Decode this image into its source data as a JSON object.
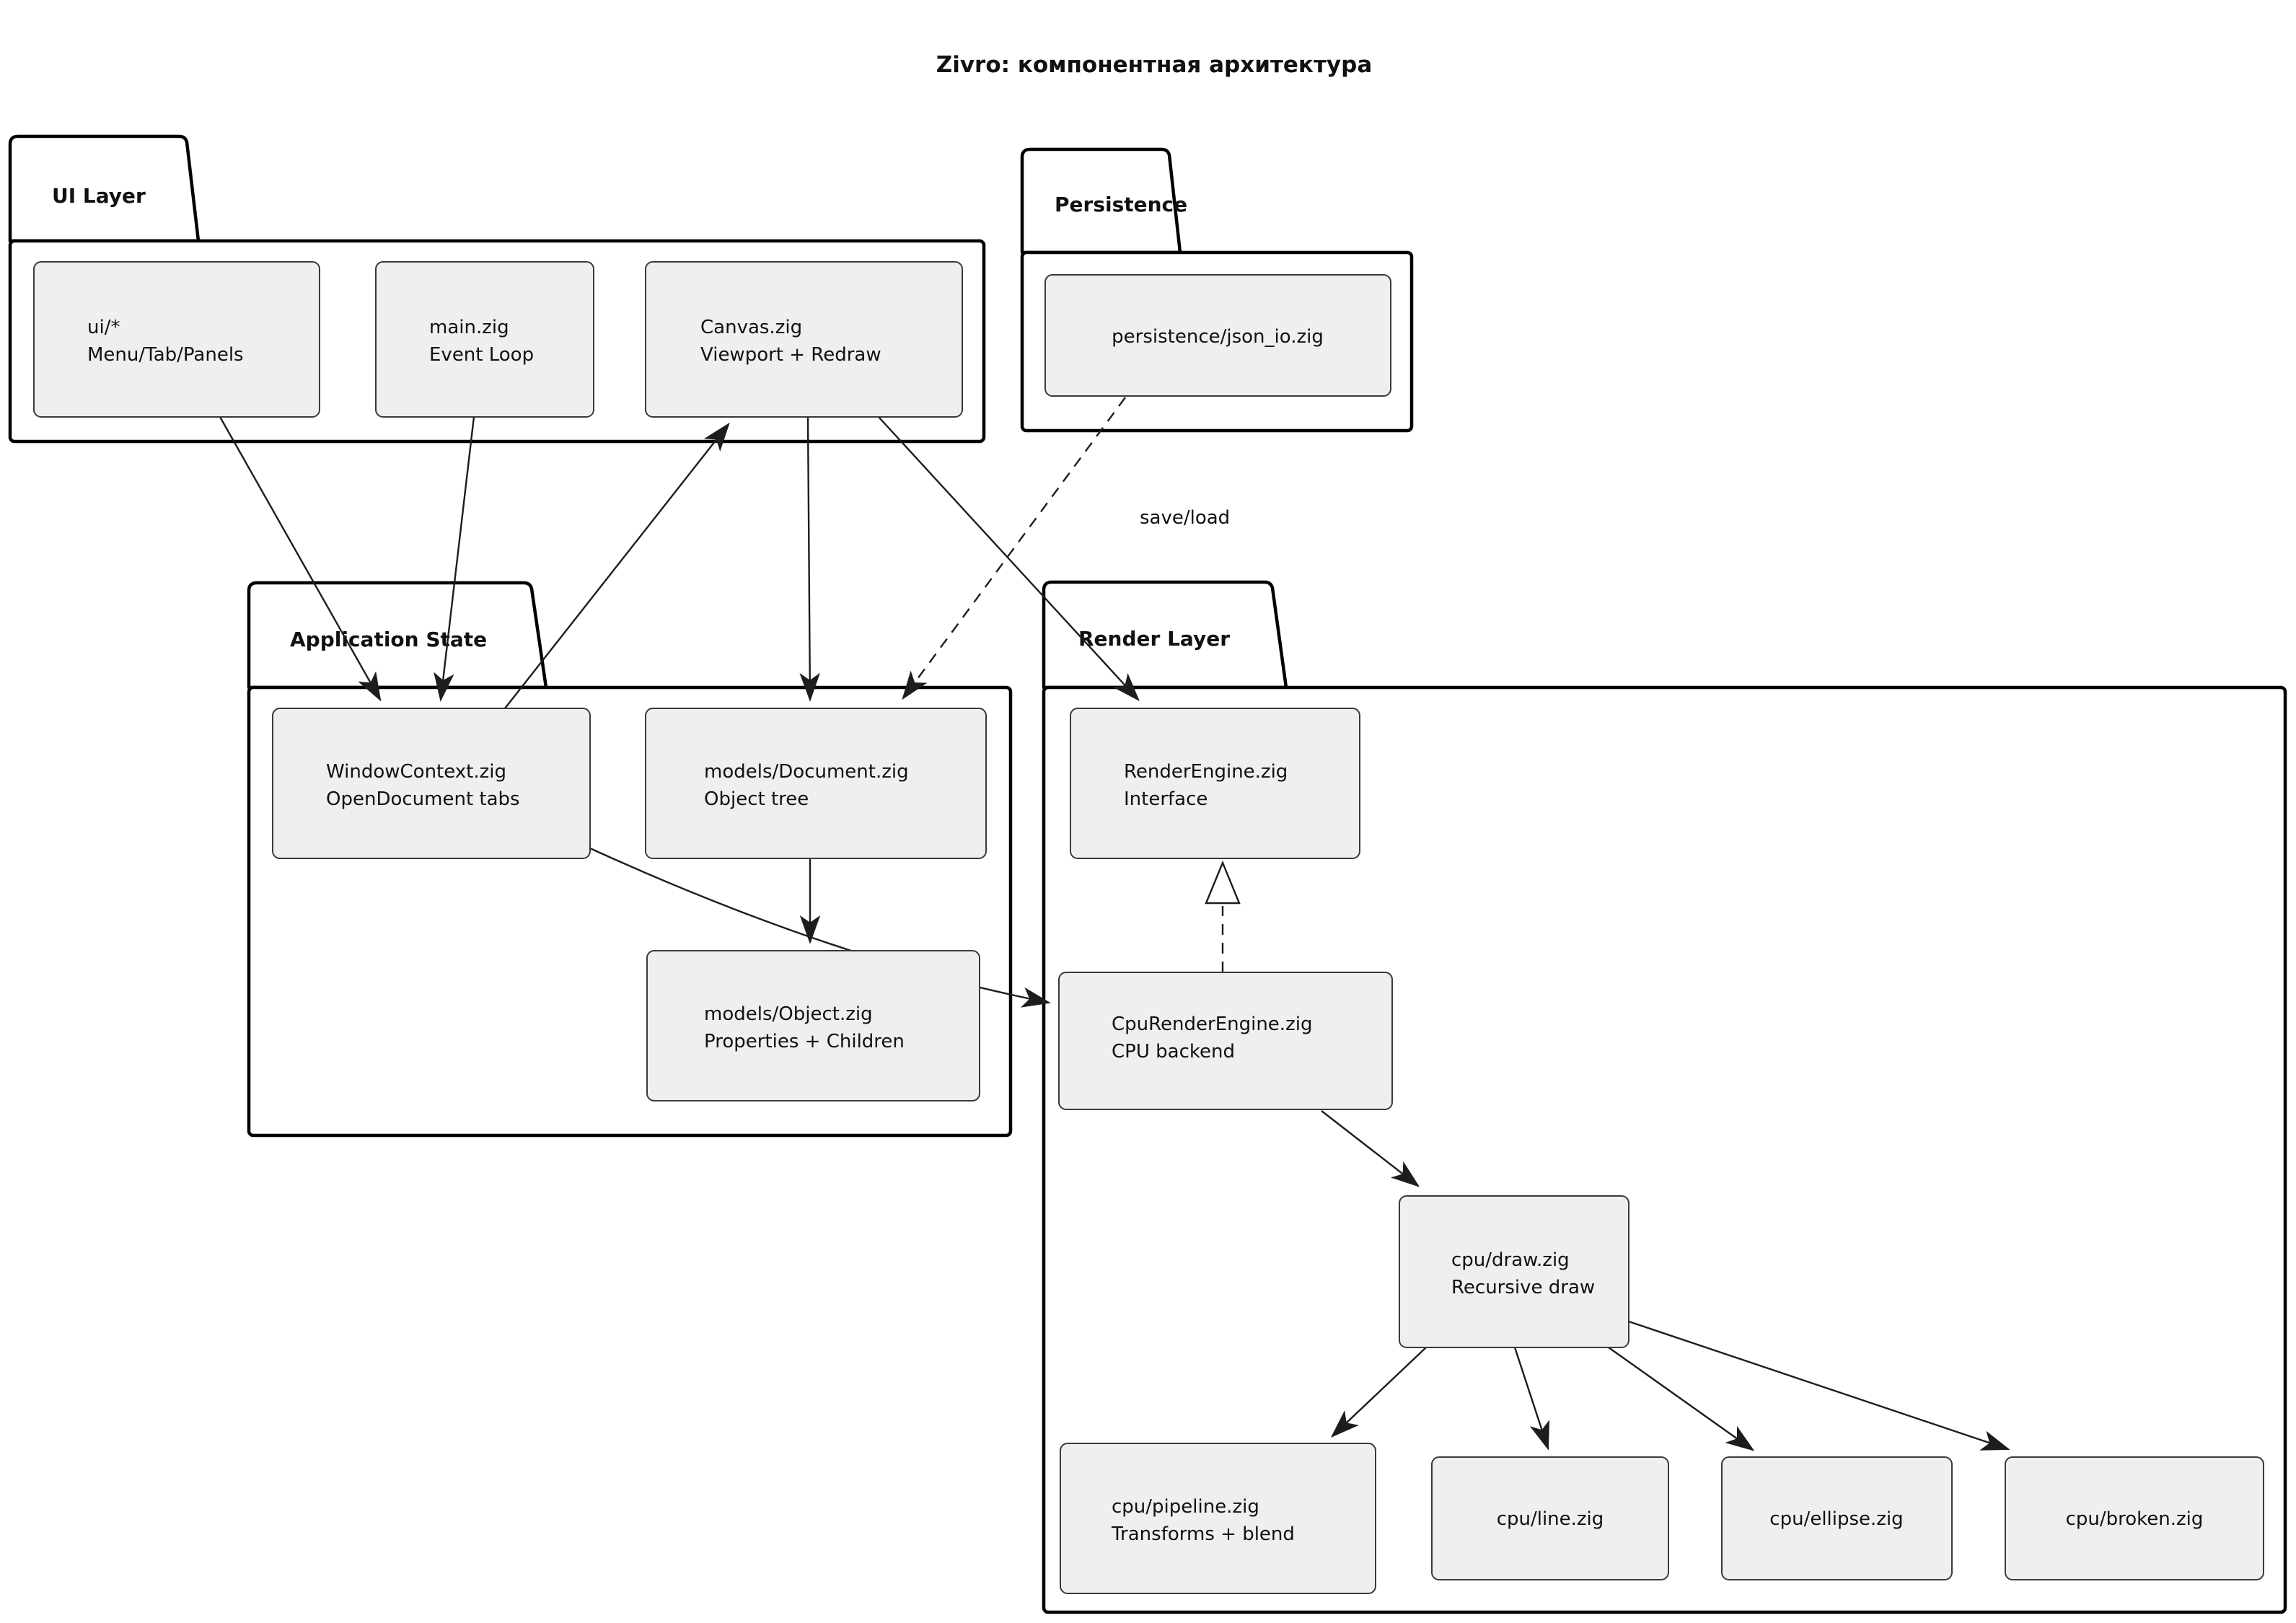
{
  "title": "Zivro: компонентная архитектура",
  "packages": {
    "ui_layer": {
      "label": "UI Layer"
    },
    "persistence": {
      "label": "Persistence"
    },
    "application_state": {
      "label": "Application State"
    },
    "render_layer": {
      "label": "Render Layer"
    }
  },
  "nodes": {
    "ui_star": {
      "line1": "ui/*",
      "line2": "Menu/Tab/Panels"
    },
    "main": {
      "line1": "main.zig",
      "line2": "Event Loop"
    },
    "canvas": {
      "line1": "Canvas.zig",
      "line2": "Viewport + Redraw"
    },
    "json_io": {
      "line1": "persistence/json_io.zig"
    },
    "window_context": {
      "line1": "WindowContext.zig",
      "line2": "OpenDocument tabs"
    },
    "document": {
      "line1": "models/Document.zig",
      "line2": "Object tree"
    },
    "object": {
      "line1": "models/Object.zig",
      "line2": "Properties + Children"
    },
    "render_engine": {
      "line1": "RenderEngine.zig",
      "line2": "Interface"
    },
    "cpu_render_engine": {
      "line1": "CpuRenderEngine.zig",
      "line2": "CPU backend"
    },
    "cpu_draw": {
      "line1": "cpu/draw.zig",
      "line2": "Recursive draw"
    },
    "cpu_pipeline": {
      "line1": "cpu/pipeline.zig",
      "line2": "Transforms + blend"
    },
    "cpu_line": {
      "line1": "cpu/line.zig"
    },
    "cpu_ellipse": {
      "line1": "cpu/ellipse.zig"
    },
    "cpu_broken": {
      "line1": "cpu/broken.zig"
    }
  },
  "edge_labels": {
    "save_load": "save/load"
  },
  "colors": {
    "background": "#ffffff",
    "node_fill": "#efefef",
    "node_border": "#3a3a3a",
    "package_border": "#000000",
    "edge": "#1d1d1d"
  }
}
